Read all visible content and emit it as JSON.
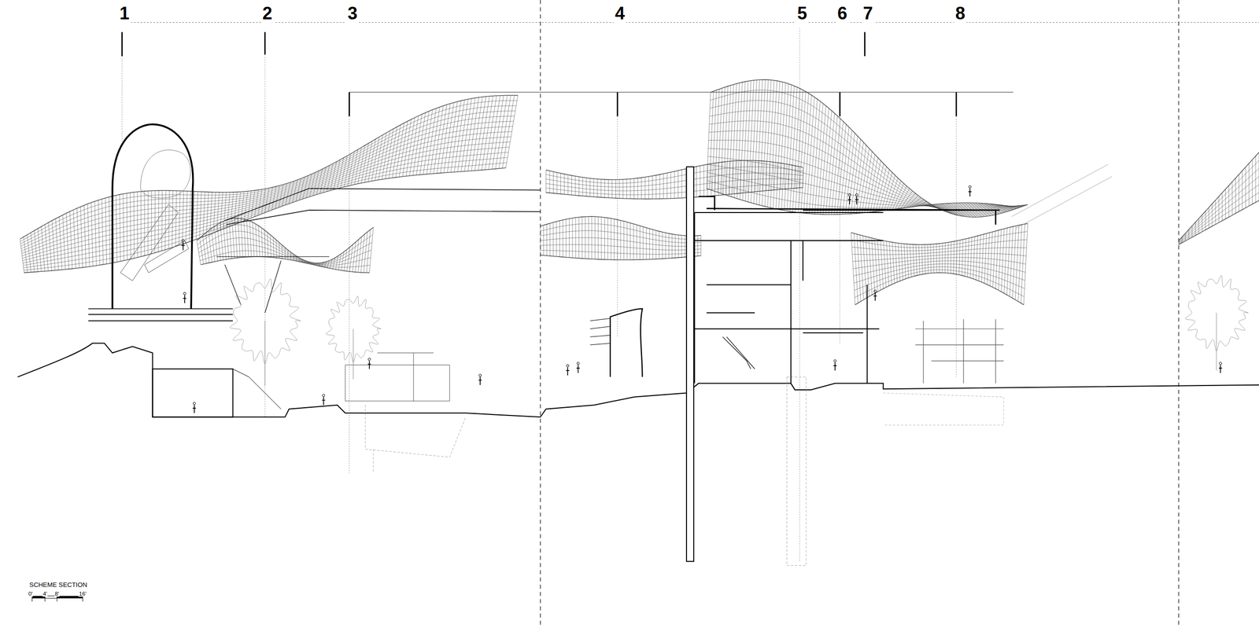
{
  "diagram": {
    "labels": [
      "1",
      "2",
      "3",
      "4",
      "5",
      "6",
      "7",
      "8",
      "SCHEME SECTION",
      "0'",
      "4'",
      "8'",
      "16'"
    ]
  }
}
